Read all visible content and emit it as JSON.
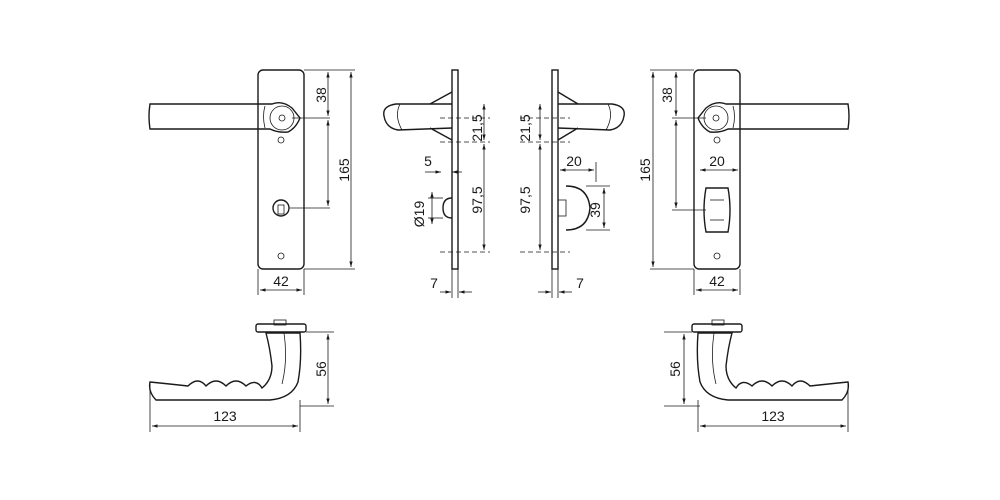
{
  "dims": {
    "plate_width": "42",
    "plate_height": "165",
    "handle_offset": "38",
    "rose_depth": "21,5",
    "lock_spacing": "97,5",
    "diameter": "Ø19",
    "gap": "5",
    "thickness": "7",
    "turn_width": "20",
    "turn_height": "39",
    "handle_height": "56",
    "handle_length": "123"
  },
  "colors": {
    "line": "#1a1a1a",
    "background": "#ffffff"
  }
}
